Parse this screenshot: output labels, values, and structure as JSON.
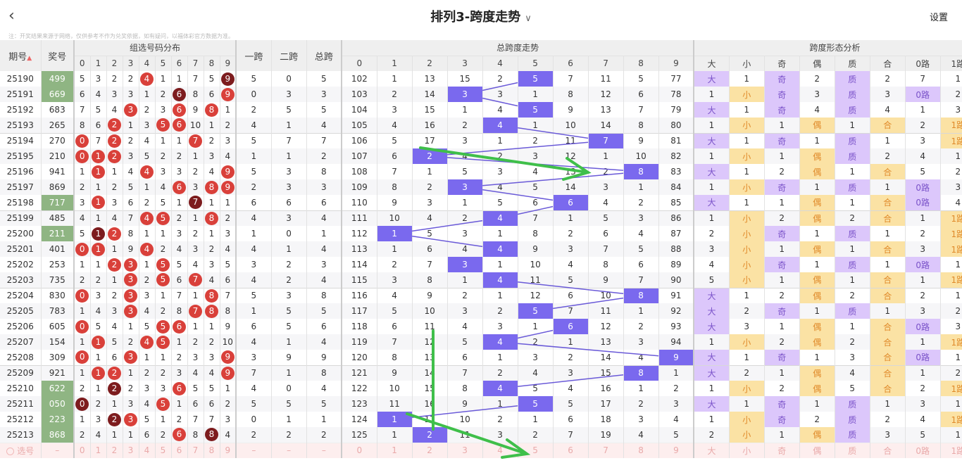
{
  "header": {
    "back_icon": "chevron-left-icon",
    "title": "排列3-跨度走势",
    "dropdown_icon": "chevron-down-icon",
    "settings": "设置"
  },
  "note": "注：开奖结果来源于网络，仅供参考不作为兑奖依据，如有疑问，以福体彩官方数据为准。",
  "columns": {
    "issue": "期号",
    "sort_icon": "sort-arrow-icon",
    "prize": "奖号",
    "dist_group": "组选号码分布",
    "span1": "一跨",
    "span2": "二跨",
    "total": "总跨",
    "trend_group": "总跨度走势",
    "shape_group": "跨度形态分析",
    "digits": [
      "0",
      "1",
      "2",
      "3",
      "4",
      "5",
      "6",
      "7",
      "8",
      "9"
    ],
    "shapes": [
      "大",
      "小",
      "奇",
      "偶",
      "质",
      "合",
      "0路",
      "1路"
    ]
  },
  "colors": {
    "hit_ball": "#d9403a",
    "hit_ball_repeat": "#7d1c1e",
    "trend_hit": "#7a69ee",
    "group3_prize": "#8fb583",
    "shape_purple": "#dcc7fb",
    "shape_yellow": "#fbe2a4",
    "annotation": "#3fbf4a"
  },
  "rows": [
    {
      "issue": "25190",
      "prize": "499",
      "dist": [
        5,
        3,
        2,
        2,
        4,
        1,
        1,
        7,
        5,
        9
      ],
      "s1": 5,
      "s2": 0,
      "t": 5,
      "trend": [
        102,
        1,
        13,
        15,
        2,
        5,
        7,
        11,
        5,
        77
      ],
      "shape": [
        "大",
        "1",
        "奇",
        "2",
        "质",
        "2",
        "7",
        "1"
      ]
    },
    {
      "issue": "25191",
      "prize": "669",
      "dist": [
        6,
        4,
        3,
        3,
        1,
        2,
        6,
        8,
        6,
        9
      ],
      "s1": 0,
      "s2": 3,
      "t": 3,
      "trend": [
        103,
        2,
        14,
        3,
        3,
        1,
        8,
        12,
        6,
        78
      ],
      "shape": [
        "1",
        "小",
        "奇",
        "3",
        "质",
        "3",
        "0路",
        "2"
      ]
    },
    {
      "issue": "25192",
      "prize": "683",
      "dist": [
        7,
        5,
        4,
        3,
        2,
        3,
        6,
        9,
        8,
        1
      ],
      "s1": 2,
      "s2": 5,
      "t": 5,
      "trend": [
        104,
        3,
        15,
        1,
        4,
        5,
        9,
        13,
        7,
        79
      ],
      "shape": [
        "大",
        "1",
        "奇",
        "4",
        "质",
        "4",
        "1",
        "3"
      ]
    },
    {
      "issue": "25193",
      "prize": "265",
      "dist": [
        8,
        6,
        2,
        1,
        3,
        5,
        6,
        10,
        1,
        2
      ],
      "s1": 4,
      "s2": 1,
      "t": 4,
      "trend": [
        105,
        4,
        16,
        2,
        4,
        1,
        10,
        14,
        8,
        80
      ],
      "shape": [
        "1",
        "小",
        "1",
        "偶",
        "1",
        "合",
        "2",
        "1路"
      ]
    },
    {
      "issue": "25194",
      "prize": "270",
      "dist": [
        0,
        7,
        2,
        2,
        4,
        1,
        1,
        7,
        2,
        3
      ],
      "s1": 5,
      "s2": 7,
      "t": 7,
      "trend": [
        106,
        5,
        17,
        3,
        1,
        2,
        11,
        7,
        9,
        81
      ],
      "shape": [
        "大",
        "1",
        "奇",
        "1",
        "质",
        "1",
        "3",
        "1路"
      ]
    },
    {
      "issue": "25195",
      "prize": "210",
      "dist": [
        0,
        1,
        2,
        3,
        5,
        2,
        2,
        1,
        3,
        4
      ],
      "s1": 1,
      "s2": 1,
      "t": 2,
      "trend": [
        107,
        6,
        2,
        4,
        2,
        3,
        12,
        1,
        10,
        82
      ],
      "shape": [
        "1",
        "小",
        "1",
        "偶",
        "质",
        "2",
        "4",
        "1"
      ]
    },
    {
      "issue": "25196",
      "prize": "941",
      "dist": [
        1,
        1,
        1,
        4,
        4,
        3,
        3,
        2,
        4,
        9
      ],
      "s1": 5,
      "s2": 3,
      "t": 8,
      "trend": [
        108,
        7,
        1,
        5,
        3,
        4,
        13,
        2,
        8,
        83
      ],
      "shape": [
        "大",
        "1",
        "2",
        "偶",
        "1",
        "合",
        "5",
        "2"
      ]
    },
    {
      "issue": "25197",
      "prize": "869",
      "dist": [
        2,
        1,
        2,
        5,
        1,
        4,
        6,
        3,
        8,
        9
      ],
      "s1": 2,
      "s2": 3,
      "t": 3,
      "trend": [
        109,
        8,
        2,
        3,
        4,
        5,
        14,
        3,
        1,
        84
      ],
      "shape": [
        "1",
        "小",
        "奇",
        "1",
        "质",
        "1",
        "0路",
        "3"
      ]
    },
    {
      "issue": "25198",
      "prize": "717",
      "dist": [
        3,
        1,
        3,
        6,
        2,
        5,
        1,
        7,
        1,
        1
      ],
      "s1": 6,
      "s2": 6,
      "t": 6,
      "trend": [
        110,
        9,
        3,
        1,
        5,
        6,
        6,
        4,
        2,
        85
      ],
      "shape": [
        "大",
        "1",
        "1",
        "偶",
        "1",
        "合",
        "0路",
        "4"
      ]
    },
    {
      "issue": "25199",
      "prize": "485",
      "dist": [
        4,
        1,
        4,
        7,
        4,
        5,
        2,
        1,
        8,
        2
      ],
      "s1": 4,
      "s2": 3,
      "t": 4,
      "trend": [
        111,
        10,
        4,
        2,
        4,
        7,
        1,
        5,
        3,
        86
      ],
      "shape": [
        "1",
        "小",
        "2",
        "偶",
        "2",
        "合",
        "1",
        "1路"
      ]
    },
    {
      "issue": "25200",
      "prize": "211",
      "dist": [
        5,
        1,
        2,
        8,
        1,
        1,
        3,
        2,
        1,
        3
      ],
      "s1": 1,
      "s2": 0,
      "t": 1,
      "trend": [
        112,
        1,
        5,
        3,
        1,
        8,
        2,
        6,
        4,
        87
      ],
      "shape": [
        "2",
        "小",
        "奇",
        "1",
        "质",
        "1",
        "2",
        "1路"
      ]
    },
    {
      "issue": "25201",
      "prize": "401",
      "dist": [
        0,
        1,
        1,
        9,
        4,
        2,
        4,
        3,
        2,
        4
      ],
      "s1": 4,
      "s2": 1,
      "t": 4,
      "trend": [
        113,
        1,
        6,
        4,
        4,
        9,
        3,
        7,
        5,
        88
      ],
      "shape": [
        "3",
        "小",
        "1",
        "偶",
        "1",
        "合",
        "3",
        "1路"
      ]
    },
    {
      "issue": "25202",
      "prize": "253",
      "dist": [
        1,
        1,
        2,
        3,
        1,
        5,
        5,
        4,
        3,
        5
      ],
      "s1": 3,
      "s2": 2,
      "t": 3,
      "trend": [
        114,
        2,
        7,
        3,
        1,
        10,
        4,
        8,
        6,
        89
      ],
      "shape": [
        "4",
        "小",
        "奇",
        "1",
        "质",
        "1",
        "0路",
        "1"
      ]
    },
    {
      "issue": "25203",
      "prize": "735",
      "dist": [
        2,
        2,
        1,
        3,
        2,
        5,
        6,
        7,
        4,
        6
      ],
      "s1": 4,
      "s2": 2,
      "t": 4,
      "trend": [
        115,
        3,
        8,
        1,
        4,
        11,
        5,
        9,
        7,
        90
      ],
      "shape": [
        "5",
        "小",
        "1",
        "偶",
        "1",
        "合",
        "1",
        "1路"
      ]
    },
    {
      "issue": "25204",
      "prize": "830",
      "dist": [
        0,
        3,
        2,
        3,
        3,
        1,
        7,
        1,
        8,
        7
      ],
      "s1": 5,
      "s2": 3,
      "t": 8,
      "trend": [
        116,
        4,
        9,
        2,
        1,
        12,
        6,
        10,
        8,
        91
      ],
      "shape": [
        "大",
        "1",
        "2",
        "偶",
        "2",
        "合",
        "2",
        "1"
      ]
    },
    {
      "issue": "25205",
      "prize": "783",
      "dist": [
        1,
        4,
        3,
        3,
        4,
        2,
        8,
        7,
        8,
        8
      ],
      "s1": 1,
      "s2": 5,
      "t": 5,
      "trend": [
        117,
        5,
        10,
        3,
        2,
        5,
        7,
        11,
        1,
        92
      ],
      "shape": [
        "大",
        "2",
        "奇",
        "1",
        "质",
        "1",
        "3",
        "2"
      ]
    },
    {
      "issue": "25206",
      "prize": "605",
      "dist": [
        0,
        5,
        4,
        1,
        5,
        5,
        6,
        1,
        1,
        9
      ],
      "s1": 6,
      "s2": 5,
      "t": 6,
      "trend": [
        118,
        6,
        11,
        4,
        3,
        1,
        6,
        12,
        2,
        93
      ],
      "shape": [
        "大",
        "3",
        "1",
        "偶",
        "1",
        "合",
        "0路",
        "3"
      ]
    },
    {
      "issue": "25207",
      "prize": "154",
      "dist": [
        1,
        1,
        5,
        2,
        4,
        5,
        1,
        2,
        2,
        10
      ],
      "s1": 4,
      "s2": 1,
      "t": 4,
      "trend": [
        119,
        7,
        12,
        5,
        4,
        2,
        1,
        13,
        3,
        94
      ],
      "shape": [
        "1",
        "小",
        "2",
        "偶",
        "2",
        "合",
        "1",
        "1路"
      ]
    },
    {
      "issue": "25208",
      "prize": "309",
      "dist": [
        0,
        1,
        6,
        3,
        1,
        1,
        2,
        3,
        3,
        9
      ],
      "s1": 3,
      "s2": 9,
      "t": 9,
      "trend": [
        120,
        8,
        13,
        6,
        1,
        3,
        2,
        14,
        4,
        9
      ],
      "shape": [
        "大",
        "1",
        "奇",
        "1",
        "3",
        "合",
        "0路",
        "1"
      ]
    },
    {
      "issue": "25209",
      "prize": "921",
      "dist": [
        1,
        1,
        2,
        1,
        2,
        2,
        3,
        4,
        4,
        9
      ],
      "s1": 7,
      "s2": 1,
      "t": 8,
      "trend": [
        121,
        9,
        14,
        7,
        2,
        4,
        3,
        15,
        8,
        1
      ],
      "shape": [
        "大",
        "2",
        "1",
        "偶",
        "4",
        "合",
        "1",
        "2"
      ]
    },
    {
      "issue": "25210",
      "prize": "622",
      "dist": [
        2,
        1,
        2,
        2,
        3,
        3,
        6,
        5,
        5,
        1
      ],
      "s1": 4,
      "s2": 0,
      "t": 4,
      "trend": [
        122,
        10,
        15,
        8,
        4,
        5,
        4,
        16,
        1,
        2
      ],
      "shape": [
        "1",
        "小",
        "2",
        "偶",
        "5",
        "合",
        "2",
        "1路"
      ]
    },
    {
      "issue": "25211",
      "prize": "050",
      "dist": [
        0,
        2,
        1,
        3,
        4,
        5,
        1,
        6,
        6,
        2
      ],
      "s1": 5,
      "s2": 5,
      "t": 5,
      "trend": [
        123,
        11,
        16,
        9,
        1,
        5,
        5,
        17,
        2,
        3
      ],
      "shape": [
        "大",
        "1",
        "奇",
        "1",
        "质",
        "1",
        "3",
        "1"
      ]
    },
    {
      "issue": "25212",
      "prize": "223",
      "dist": [
        1,
        3,
        2,
        3,
        5,
        1,
        2,
        7,
        7,
        3
      ],
      "s1": 0,
      "s2": 1,
      "t": 1,
      "trend": [
        124,
        1,
        17,
        10,
        2,
        1,
        6,
        18,
        3,
        4
      ],
      "shape": [
        "1",
        "小",
        "奇",
        "2",
        "质",
        "2",
        "4",
        "1路"
      ]
    },
    {
      "issue": "25213",
      "prize": "868",
      "dist": [
        2,
        4,
        1,
        1,
        6,
        2,
        6,
        8,
        8,
        4
      ],
      "s1": 2,
      "s2": 2,
      "t": 2,
      "trend": [
        125,
        1,
        2,
        11,
        3,
        2,
        7,
        19,
        4,
        5
      ],
      "shape": [
        "2",
        "小",
        "1",
        "偶",
        "质",
        "3",
        "5",
        "1"
      ]
    }
  ],
  "footer": {
    "select_label": "选号",
    "dash": "–",
    "radio_icon": "radio-icon"
  }
}
